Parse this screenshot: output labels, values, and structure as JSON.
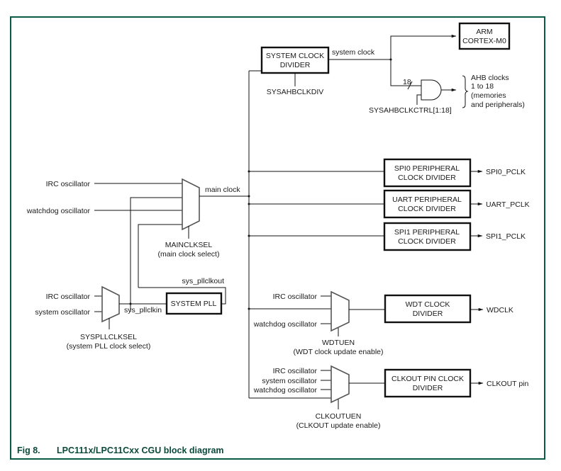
{
  "figure": {
    "number": "Fig 8.",
    "title": "LPC111x/LPC11Cxx CGU block diagram"
  },
  "blocks": {
    "system_clock_divider": [
      "SYSTEM CLOCK",
      "DIVIDER"
    ],
    "arm_core": [
      "ARM",
      "CORTEX-M0"
    ],
    "spi0_divider": [
      "SPI0 PERIPHERAL",
      "CLOCK DIVIDER"
    ],
    "uart_divider": [
      "UART PERIPHERAL",
      "CLOCK DIVIDER"
    ],
    "spi1_divider": [
      "SPI1 PERIPHERAL",
      "CLOCK DIVIDER"
    ],
    "system_pll": "SYSTEM PLL",
    "wdt_divider": [
      "WDT CLOCK",
      "DIVIDER"
    ],
    "clkout_divider": [
      "CLKOUT PIN CLOCK",
      "DIVIDER"
    ]
  },
  "signals": {
    "system_clock": "system clock",
    "main_clock": "main clock",
    "sys_pllclkout": "sys_pllclkout",
    "sys_pllclkin": "sys_pllclkin",
    "bus_width": "18",
    "sysahbclkdiv": "SYSAHBCLKDIV",
    "sysahbclkctrl": "SYSAHBCLKCTRL[1:18]",
    "ahb_note": [
      "AHB clocks",
      "1 to 18",
      "(memories",
      "and peripherals)"
    ],
    "spi0_pclk": "SPI0_PCLK",
    "uart_pclk": "UART_PCLK",
    "spi1_pclk": "SPI1_PCLK",
    "wdclk": "WDCLK",
    "clkout_pin": "CLKOUT pin"
  },
  "muxes": {
    "main": {
      "inputs": [
        "IRC oscillator",
        "watchdog oscillator"
      ],
      "select": [
        "MAINCLKSEL",
        "(main clock select)"
      ]
    },
    "syspll": {
      "inputs": [
        "IRC oscillator",
        "system oscillator"
      ],
      "select": [
        "SYSPLLCLKSEL",
        "(system PLL clock select)"
      ]
    },
    "wdt": {
      "inputs": [
        "IRC oscillator",
        "watchdog oscillator"
      ],
      "select": [
        "WDTUEN",
        "(WDT clock update enable)"
      ]
    },
    "clkout": {
      "inputs": [
        "IRC oscillator",
        "system oscillator",
        "watchdog oscillator"
      ],
      "select": [
        "CLKOUTUEN",
        "(CLKOUT update enable)"
      ]
    }
  }
}
